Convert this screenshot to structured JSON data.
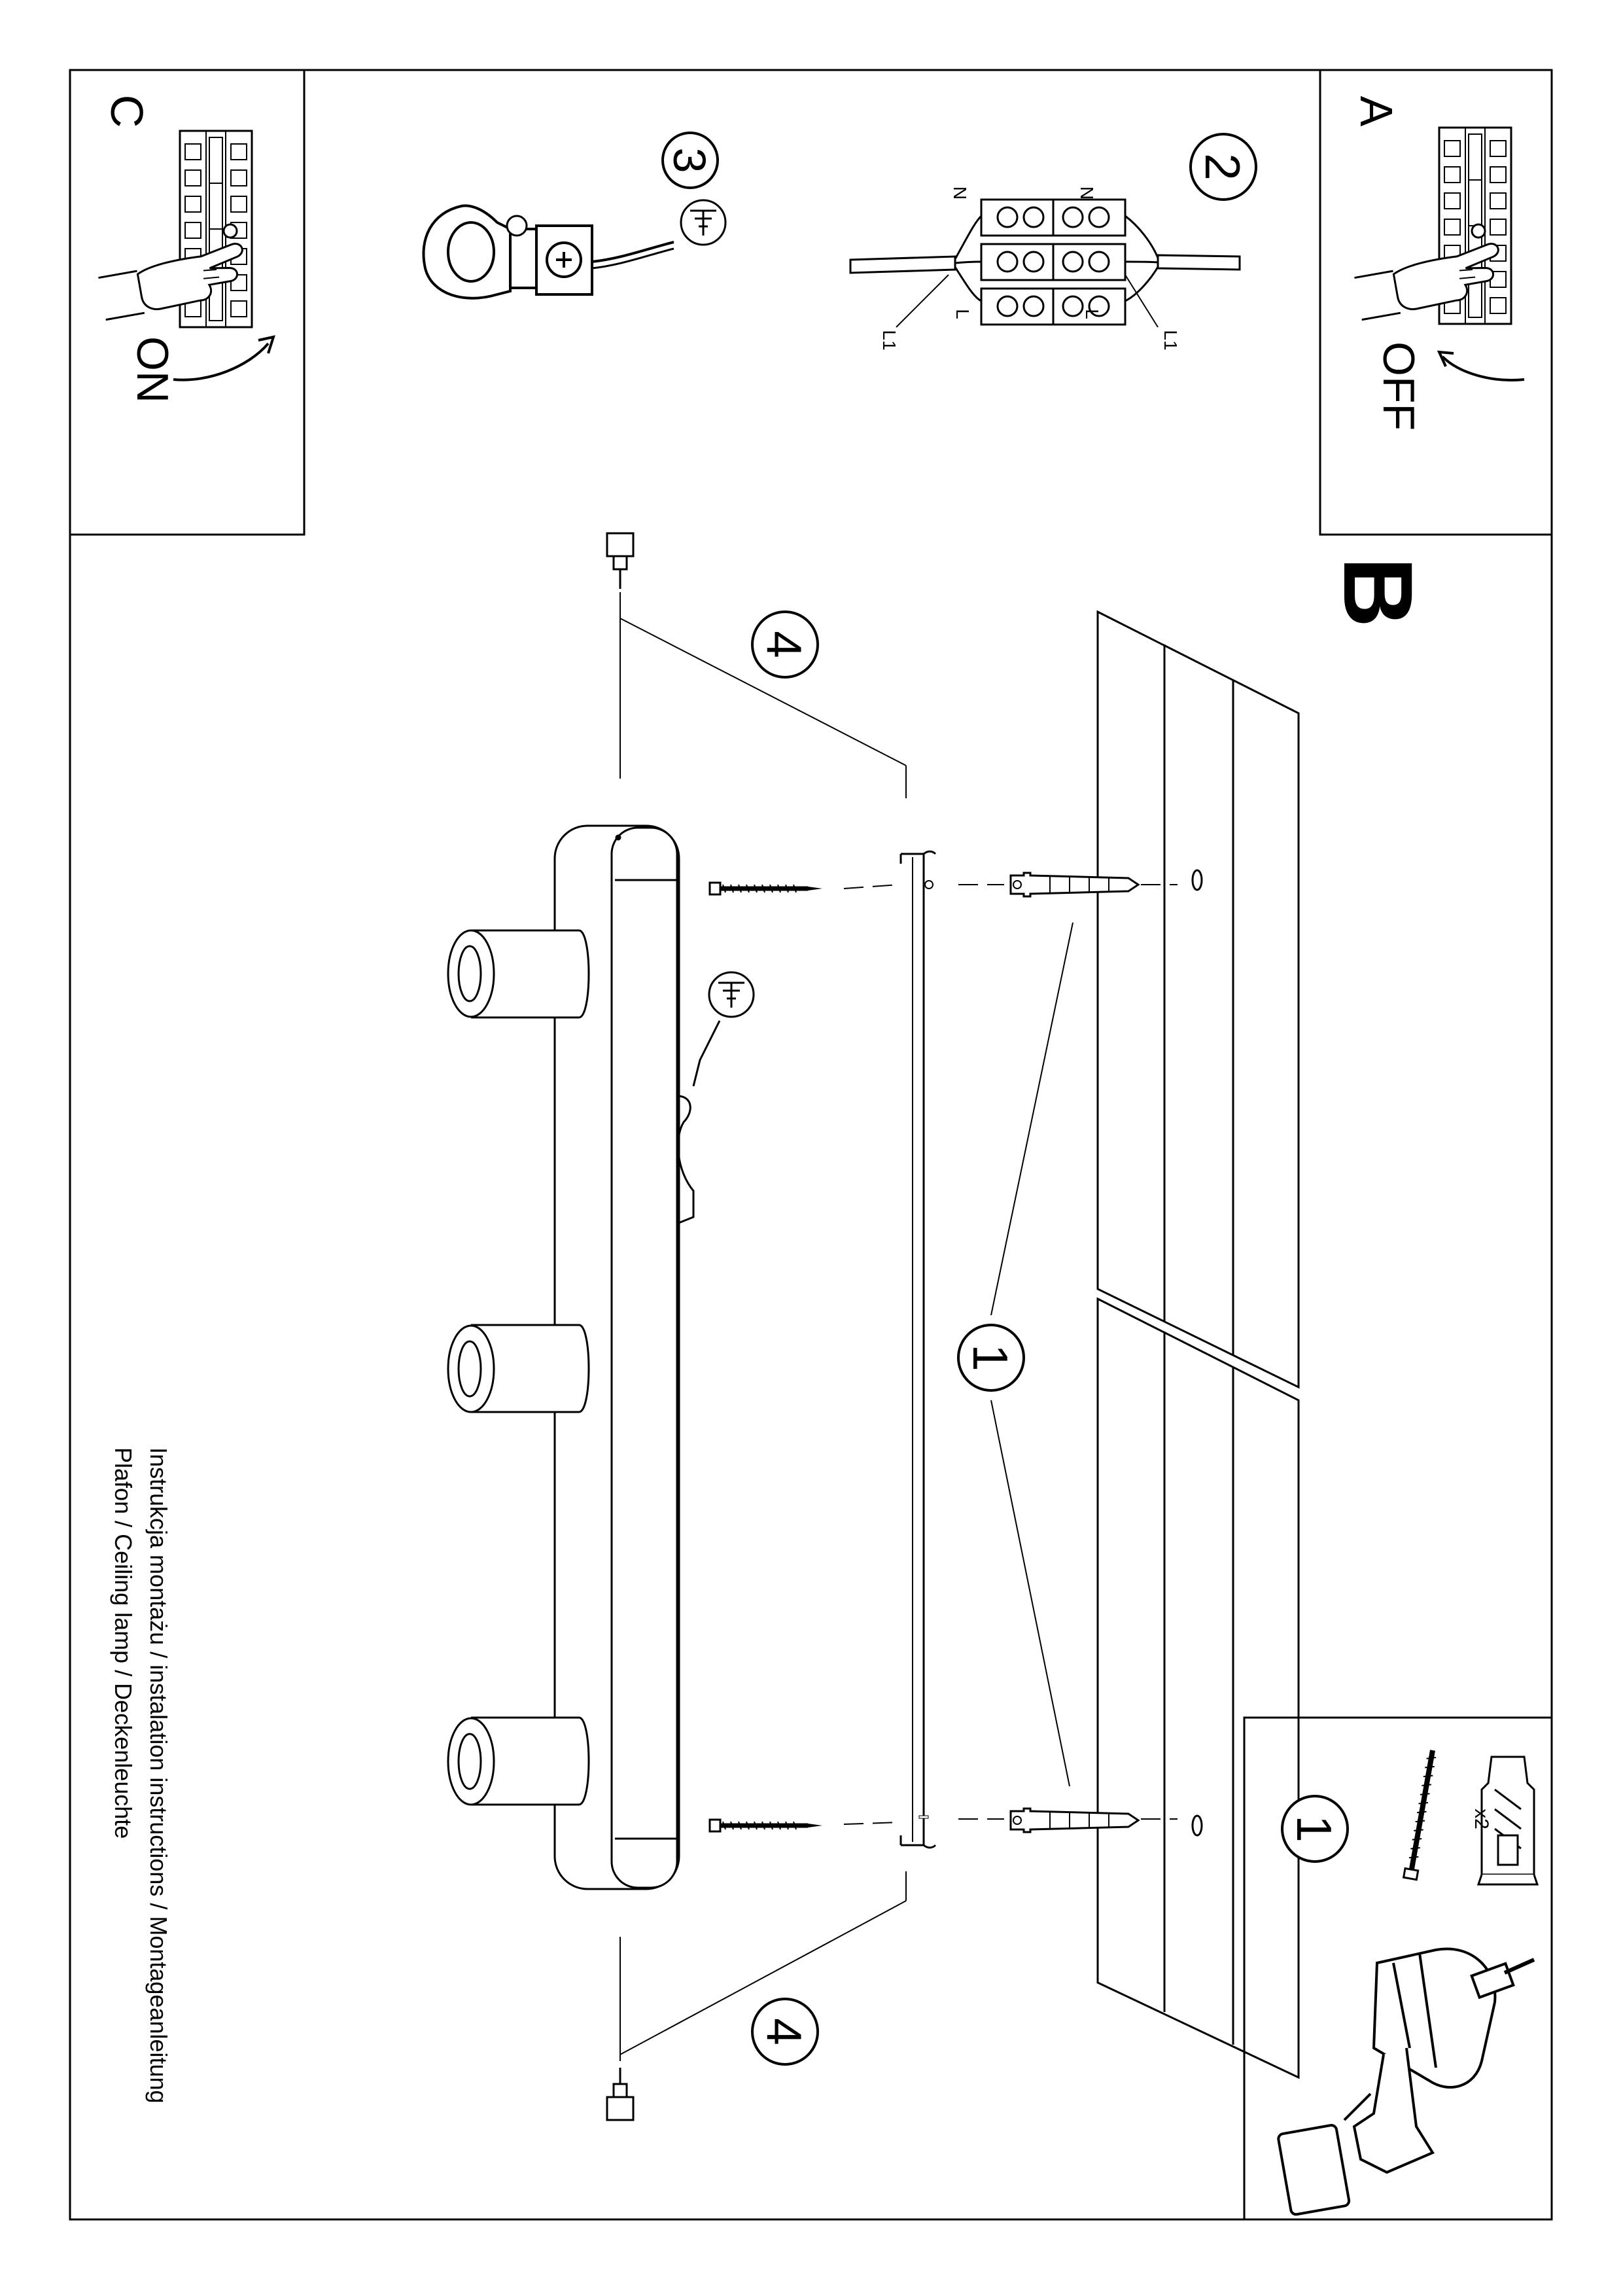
{
  "panels": {
    "a": {
      "letter": "A",
      "state_label": "OFF"
    },
    "b": {
      "letter": "B"
    },
    "c": {
      "letter": "C",
      "state_label": "ON"
    }
  },
  "steps": {
    "s1": "1",
    "s2": "2",
    "s3": "3",
    "s4a": "4",
    "s4b": "4",
    "parts_step": "1"
  },
  "wiring": {
    "n_left": "N",
    "n_right": "N",
    "l_left": "L",
    "l_right": "L",
    "l1_left": "L1",
    "l1_right": "L1"
  },
  "parts": {
    "quantity": "x2"
  },
  "caption": {
    "line1": "Instrukcja montażu / instalation instructions / Montageanleitung",
    "line2": "Plafon / Ceiling lamp / Deckenleuchte"
  }
}
